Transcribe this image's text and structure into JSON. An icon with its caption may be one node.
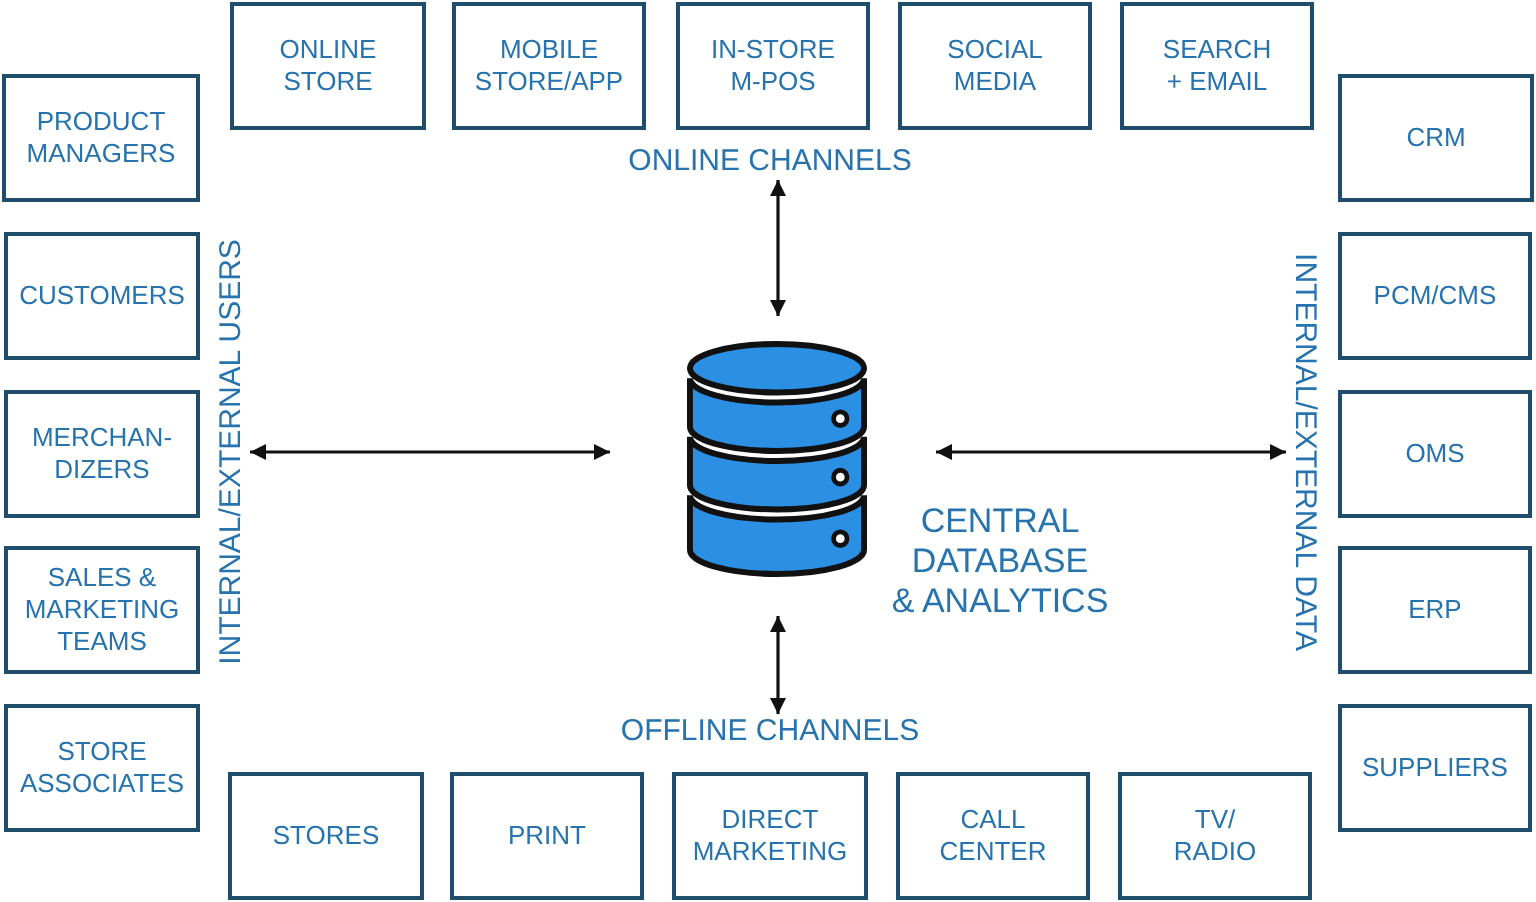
{
  "diagram": {
    "nodes": [
      {
        "text": [
          "ONLINE STORE"
        ]
      },
      {
        "text": [
          "MOBILE STORE/APP"
        ]
      },
      {
        "text": [
          "IN-STORE M-POS"
        ]
      },
      {
        "text": [
          "SOCIAL MEDIA"
        ]
      },
      {
        "text": [
          "SEARCH + EMAIL"
        ]
      },
      {
        "text": [
          "ONLINE CHANNELS"
        ]
      },
      {
        "text": [
          "PRODUCT MANAGERS"
        ]
      },
      {
        "text": [
          "CUSTOMERS"
        ]
      },
      {
        "text": [
          "MERCHAN- DIZERS"
        ]
      },
      {
        "text": [
          "SALES & MARKETING TEAMS"
        ]
      },
      {
        "text": [
          "STORE ASSOCIATES"
        ]
      },
      {
        "text": [
          "INTERNAL/EXTERNAL USERS"
        ]
      },
      {
        "text": [],
        "shape": "cylinder",
        "beside": [
          "CENTRAL DATABASE & ANALYTICS"
        ]
      },
      {
        "text": [
          "INTERNAL/EXTERNAL DATA"
        ]
      },
      {
        "text": [
          "CRM"
        ]
      },
      {
        "text": [
          "PCM/CMS"
        ]
      },
      {
        "text": [
          "OMS"
        ]
      },
      {
        "text": [
          "ERP"
        ]
      },
      {
        "text": [
          "SUPPLIERS"
        ]
      },
      {
        "text": [
          "OFFLINE CHANNELS"
        ]
      },
      {
        "text": [
          "STORES"
        ]
      },
      {
        "text": [
          "PRINT"
        ]
      },
      {
        "text": [
          "DIRECT MARKETING"
        ]
      },
      {
        "text": [
          "CALL CENTER"
        ]
      },
      {
        "text": [
          "TV/ RADIO"
        ]
      }
    ],
    "edges": [
      {
        "from": 12,
        "to": 5,
        "arrow": "both"
      },
      {
        "from": 12,
        "to": 11,
        "arrow": "both"
      },
      {
        "from": 12,
        "to": 13,
        "arrow": "both"
      },
      {
        "from": 12,
        "to": 19,
        "arrow": "both"
      }
    ]
  }
}
